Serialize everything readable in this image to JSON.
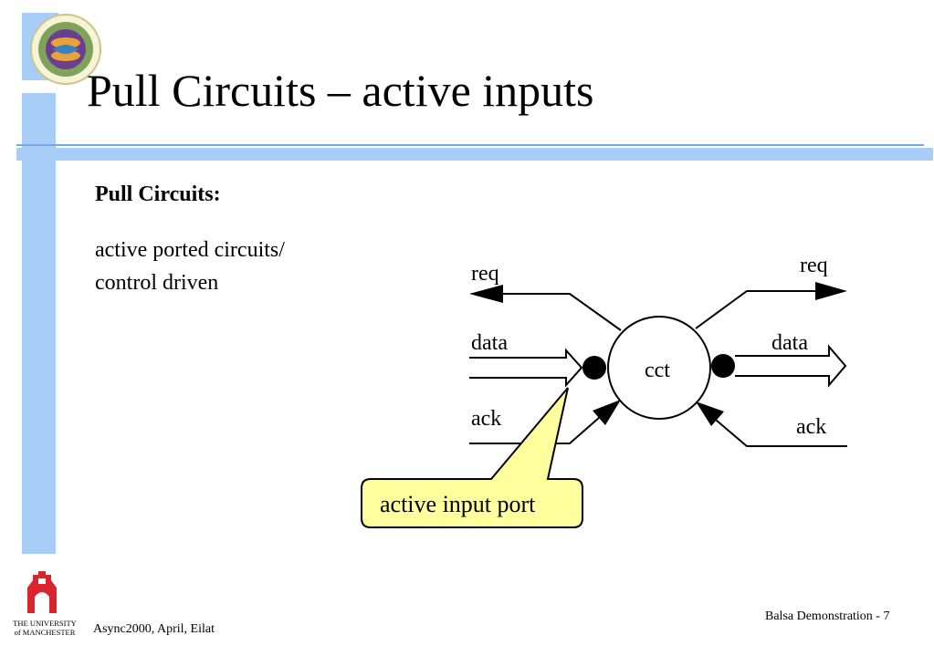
{
  "slide": {
    "title": "Pull Circuits – active inputs",
    "heading": "Pull Circuits:",
    "body_lines": [
      "active ported circuits/",
      "control driven"
    ]
  },
  "diagram": {
    "left_labels": {
      "req": "req",
      "data": "data",
      "ack": "ack"
    },
    "right_labels": {
      "req": "req",
      "data": "data",
      "ack": "ack"
    },
    "circuit_label": "cct",
    "callout": "active input port",
    "colors": {
      "callout_fill": "#ffff9e",
      "line": "#000000"
    }
  },
  "footer": {
    "left": "Async2000, April, Eilat",
    "right": "Balsa Demonstration - 7",
    "university_line1": "THE UNIVERSITY",
    "university_line2": "of MANCHESTER"
  },
  "theme": {
    "accent": "#a8cdf6",
    "rule": "#7aa6e4",
    "logo_red": "#d9262c"
  }
}
